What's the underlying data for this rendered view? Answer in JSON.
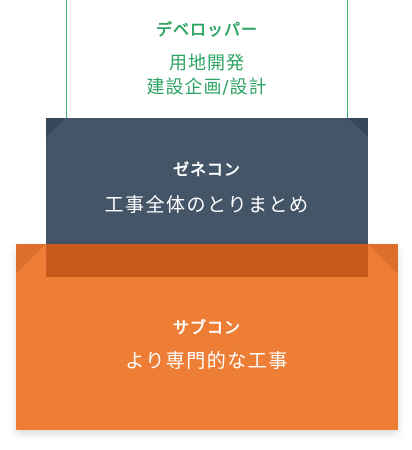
{
  "tiers": [
    {
      "title": "デベロッパー",
      "lines": [
        "用地開発",
        "建設企画/設計"
      ],
      "color": "#2ea464"
    },
    {
      "title": "ゼネコン",
      "lines": [
        "工事全体のとりまとめ"
      ],
      "color": "#435566"
    },
    {
      "title": "サブコン",
      "lines": [
        "より専門的な工事"
      ],
      "color": "#ee7e35"
    }
  ]
}
